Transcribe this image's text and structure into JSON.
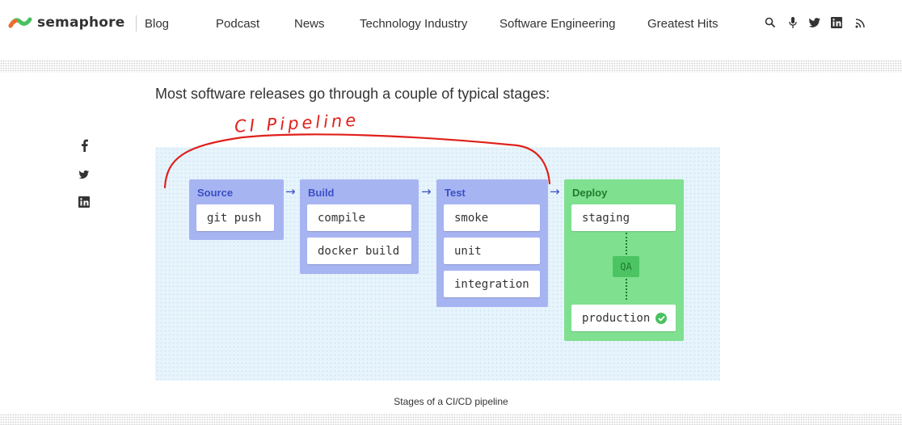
{
  "brand": {
    "name": "semaphore",
    "blog_label": "Blog"
  },
  "nav": {
    "items": [
      {
        "label": "Podcast"
      },
      {
        "label": "News"
      },
      {
        "label": "Technology Industry"
      },
      {
        "label": "Software Engineering"
      },
      {
        "label": "Greatest Hits"
      }
    ]
  },
  "header_icons": [
    "search-icon",
    "microphone-icon",
    "twitter-icon",
    "linkedin-icon",
    "rss-icon"
  ],
  "share_icons": [
    "facebook-icon",
    "twitter-icon",
    "linkedin-icon"
  ],
  "article": {
    "intro": "Most software releases go through a couple of typical stages:",
    "annotation": "CI Pipeline",
    "caption": "Stages of a CI/CD pipeline"
  },
  "pipeline": {
    "source": {
      "title": "Source",
      "steps": [
        "git push"
      ]
    },
    "build": {
      "title": "Build",
      "steps": [
        "compile",
        "docker build"
      ]
    },
    "test": {
      "title": "Test",
      "steps": [
        "smoke",
        "unit",
        "integration"
      ]
    },
    "deploy": {
      "title": "Deploy",
      "staging": "staging",
      "gate": "QA",
      "production": "production"
    }
  },
  "colors": {
    "brand_green": "#48c160",
    "brand_orange": "#f26b2d",
    "stage_blue": "#a7b4f2",
    "stage_green": "#7fe08f",
    "annotation_red": "#e0201b"
  }
}
